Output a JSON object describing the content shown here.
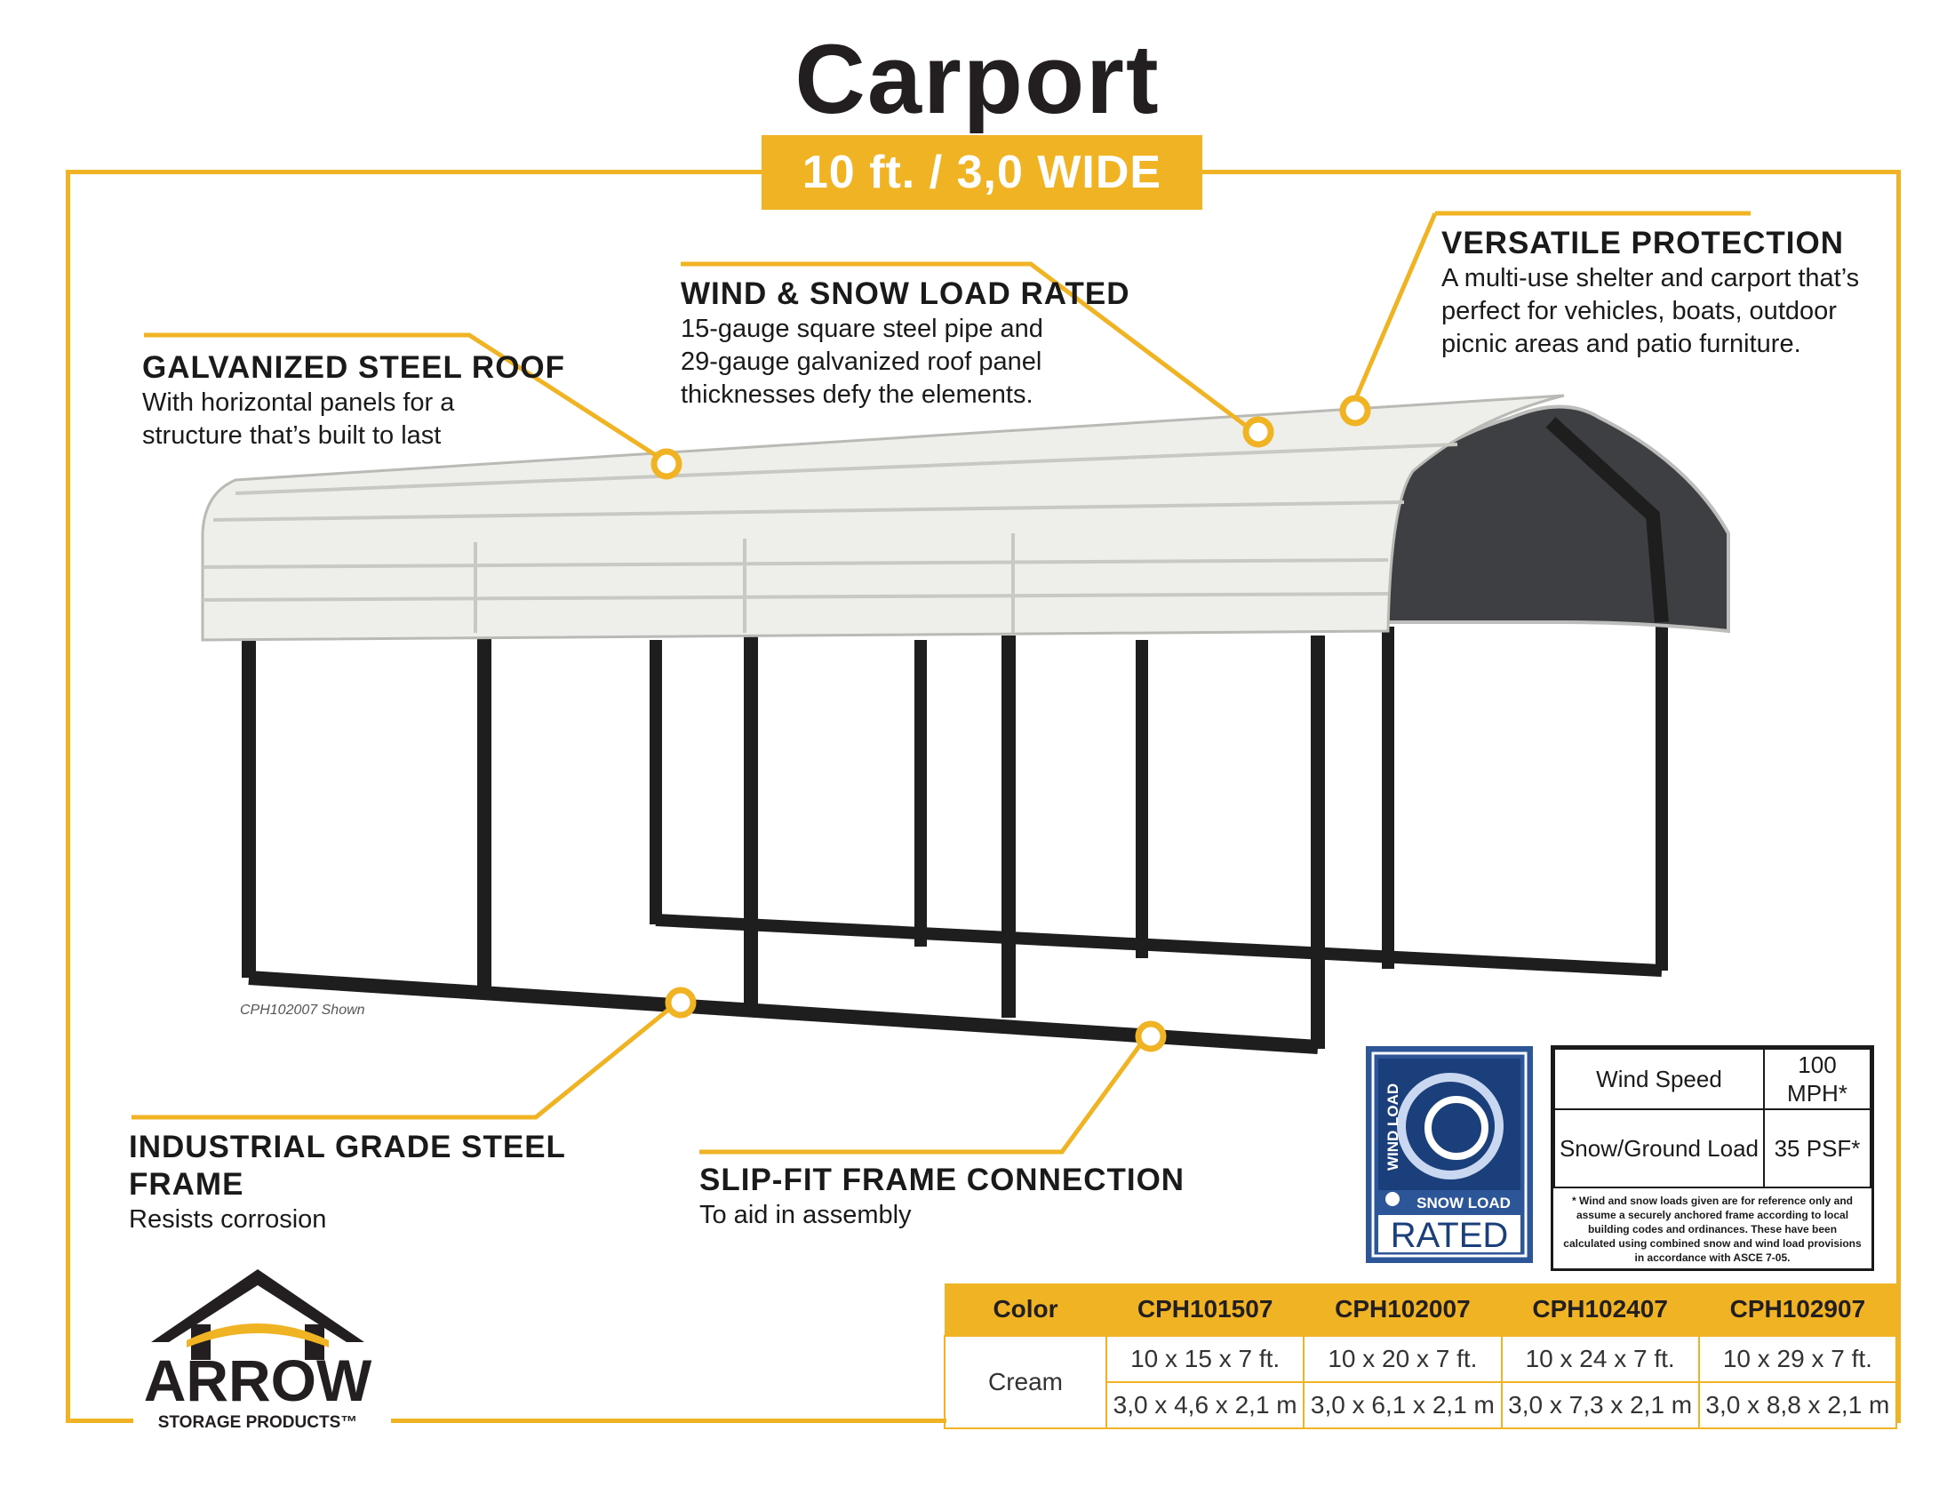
{
  "title": "Carport",
  "subtitle": "10 ft. / 3,0 WIDE",
  "callouts": {
    "roof": {
      "title": "GALVANIZED STEEL ROOF",
      "body": "With horizontal panels for a structure that’s built to last"
    },
    "wind": {
      "title": "WIND & SNOW LOAD RATED",
      "body": "15-gauge square steel pipe and 29-gauge galvanized roof panel thicknesses defy the elements."
    },
    "versatile": {
      "title": "VERSATILE PROTECTION",
      "body": "A multi-use shelter and carport that’s perfect for vehicles, boats, outdoor picnic areas and patio furniture."
    },
    "frame": {
      "title": "INDUSTRIAL GRADE STEEL FRAME",
      "body": "Resists corrosion"
    },
    "slipfit": {
      "title": "SLIP-FIT FRAME CONNECTION",
      "body": "To aid in assembly"
    }
  },
  "image_caption": "CPH102007 Shown",
  "badge": {
    "top": "WIND LOAD",
    "middle": "SNOW LOAD",
    "bottom": "RATED"
  },
  "specs": {
    "rows": [
      {
        "label": "Wind Speed",
        "value": "100 MPH*"
      },
      {
        "label": "Snow/Ground Load",
        "value": "35 PSF*"
      }
    ],
    "note": "* Wind and snow loads given are for reference only and assume a securely anchored frame according to local building codes and ordinances. These have been calculated using combined snow and wind load provisions in accordance with ASCE 7-05."
  },
  "sizes": {
    "headers": [
      "Color",
      "CPH101507",
      "CPH102007",
      "CPH102407",
      "CPH102907"
    ],
    "color": "Cream",
    "imperial": [
      "10 x 15 x 7 ft.",
      "10 x 20 x 7 ft.",
      "10 x 24 x 7 ft.",
      "10 x 29 x 7 ft."
    ],
    "metric": [
      "3,0 x 4,6 x 2,1 m",
      "3,0 x 6,1 x 2,1 m",
      "3,0 x 7,3 x 2,1 m",
      "3,0 x 8,8 x 2,1 m"
    ]
  },
  "logo": {
    "name": "ARROW",
    "tagline": "STORAGE PRODUCTS™"
  },
  "colors": {
    "accent": "#f0b323",
    "frame": "#1e1e1e",
    "roof": "#ececea",
    "badge": "#2c5697"
  }
}
